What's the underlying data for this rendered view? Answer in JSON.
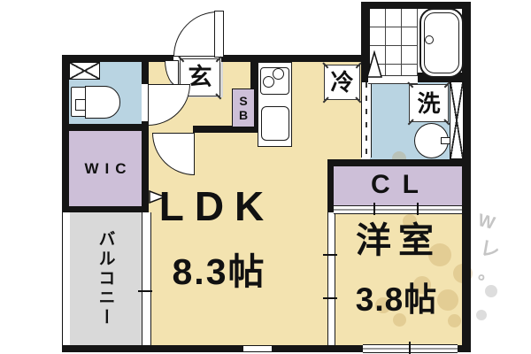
{
  "plan": {
    "ldk": {
      "label": "LDK",
      "size": "8.3帖"
    },
    "western_room": {
      "label": "洋室",
      "size": "3.8帖"
    },
    "closet": {
      "label": "CL"
    },
    "walk_in_closet": {
      "label": "WIC"
    },
    "balcony": {
      "label": "バルコニー"
    },
    "entrance": {
      "label": "玄"
    },
    "shoe_box": {
      "top": "S",
      "bottom": "B"
    },
    "refrigerator": {
      "label": "冷"
    },
    "washer": {
      "label": "洗"
    }
  },
  "watermark": {
    "glyphs": [
      "W",
      "レ",
      "。"
    ]
  },
  "colors": {
    "room_cream": "#f3e3b0",
    "wet_area_blue": "#b9d4e2",
    "storage_purple": "#cdbfd8",
    "balcony_gray": "#d9d9d9",
    "wall_black": "#151515",
    "background": "#ffffff"
  }
}
